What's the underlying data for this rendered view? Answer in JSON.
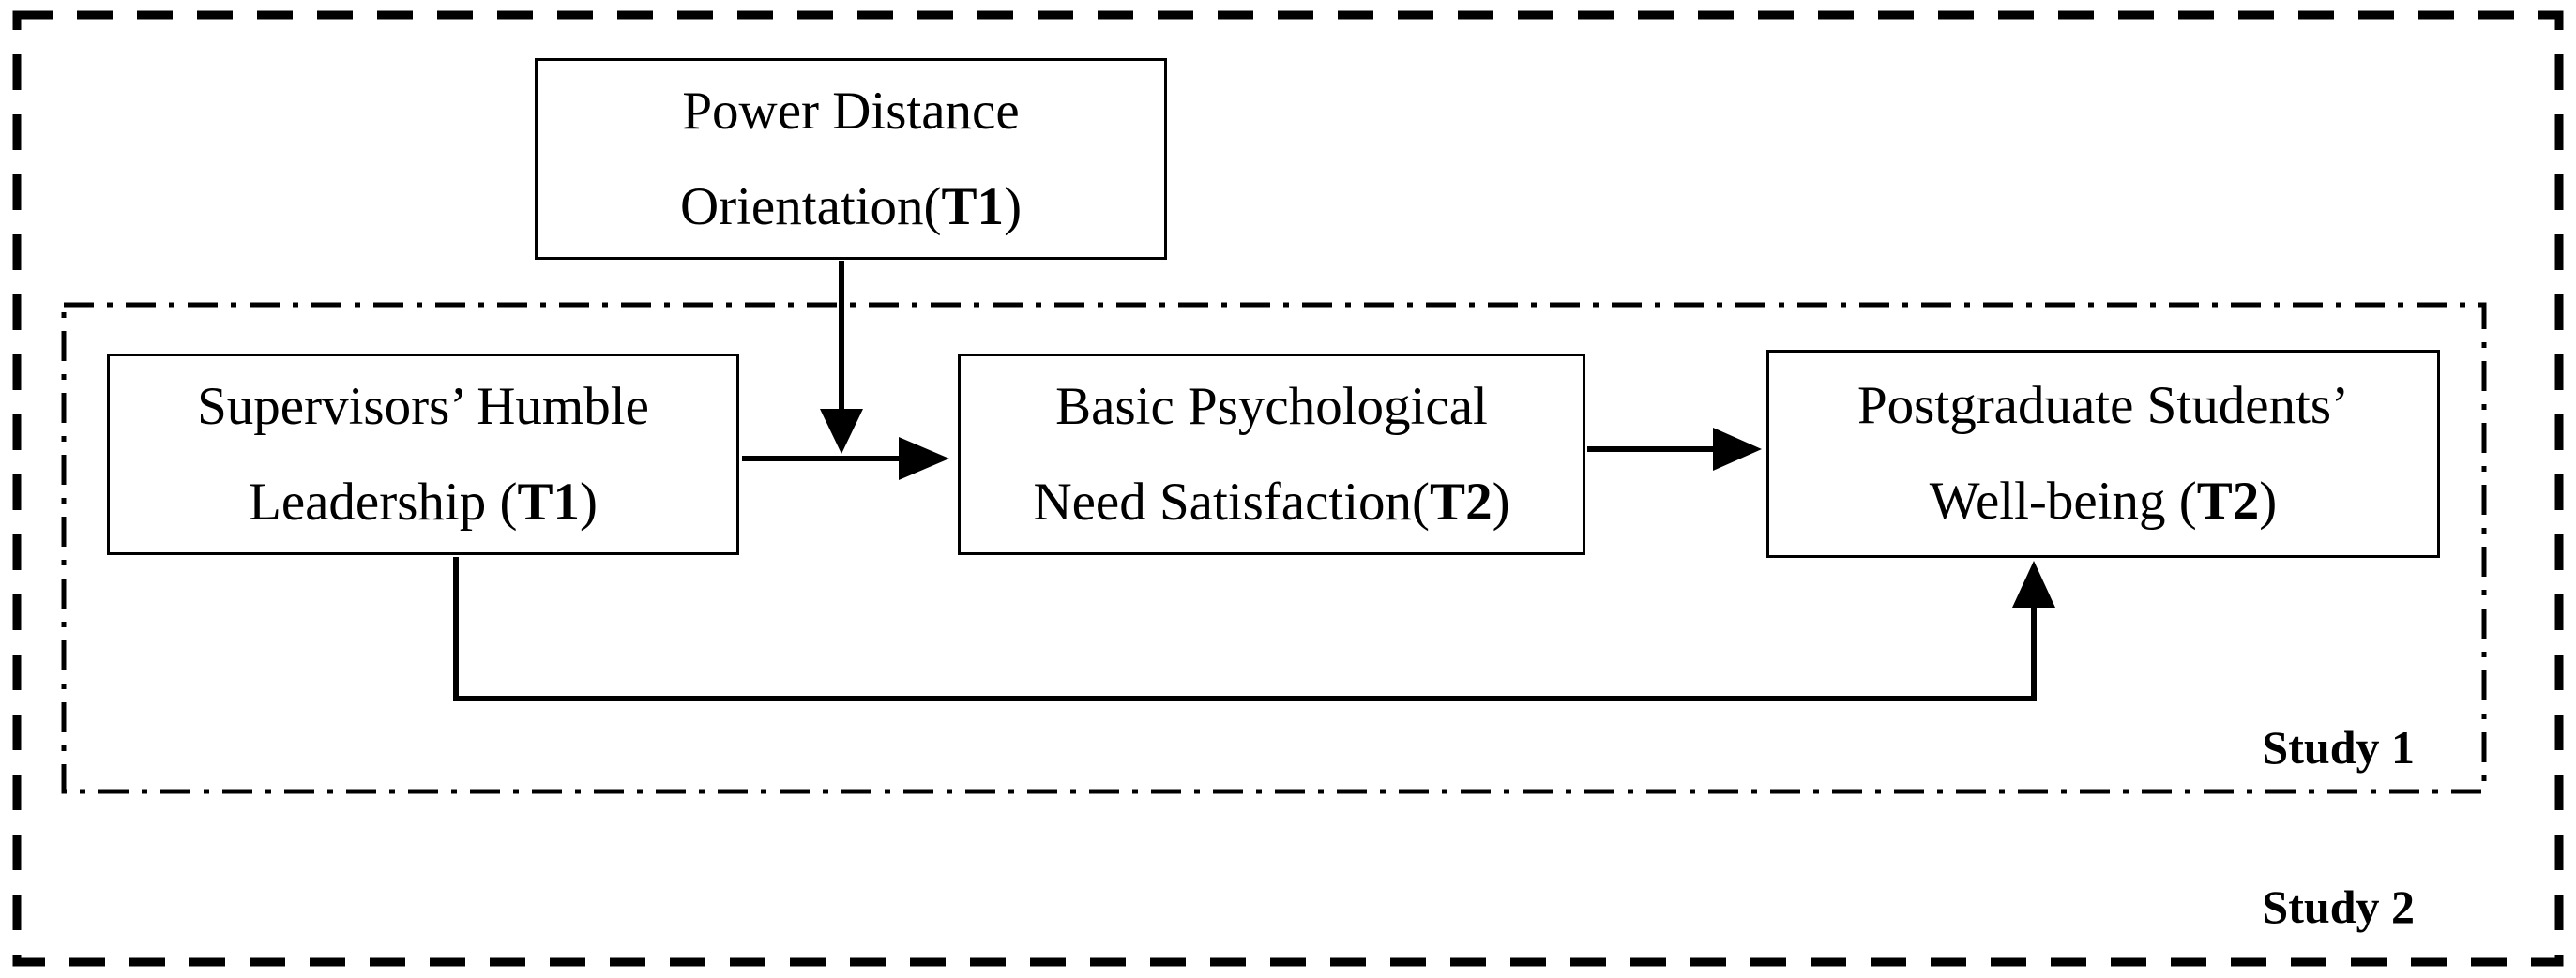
{
  "figure": {
    "type": "research-model-diagram",
    "background_color": "#ffffff",
    "ink_color": "#000000",
    "boxes": {
      "power_distance": {
        "line1": "Power Distance",
        "line2_pre": "Orientation(",
        "line2_bold": "T1",
        "line2_post": ")"
      },
      "humble_leadership": {
        "line1": "Supervisors’ Humble",
        "line2_pre": "Leadership (",
        "line2_bold": "T1",
        "line2_post": ")"
      },
      "need_satisfaction": {
        "line1": "Basic Psychological",
        "line2_pre": "Need Satisfaction(",
        "line2_bold": "T2",
        "line2_post": ")"
      },
      "well_being": {
        "line1": "Postgraduate Students’",
        "line2_pre": "Well-being (",
        "line2_bold": "T2",
        "line2_post": ")"
      }
    },
    "labels": {
      "study1": "Study 1",
      "study2": "Study 2"
    },
    "relations": {
      "moderation": "Power Distance Orientation(T1) moderates the path from Supervisors’ Humble Leadership (T1) to Basic Psychological Need Satisfaction(T2)",
      "mediation_path_1": "Supervisors’ Humble Leadership (T1) → Basic Psychological Need Satisfaction(T2)",
      "mediation_path_2": "Basic Psychological Need Satisfaction(T2) → Postgraduate Students’ Well-being (T2)",
      "direct_path": "Supervisors’ Humble Leadership (T1) → Postgraduate Students’ Well-being (T2)"
    }
  }
}
